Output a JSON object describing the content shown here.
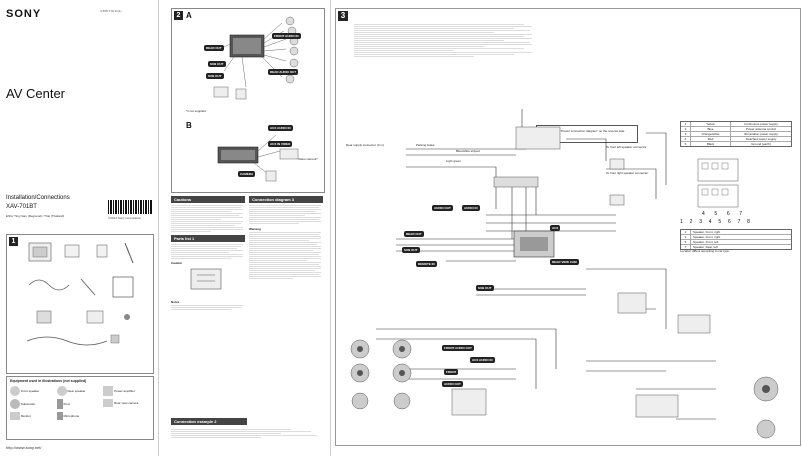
{
  "cover": {
    "brand": "SONY",
    "part_number": "4-565-779-11(1)",
    "title": "AV Center",
    "subtitle": "Installation/Connections",
    "model": "XAV-701BT",
    "languages": "ENG/ Ting Nam (Regional) / Thai (Thailand)",
    "copyright": "©2014 Sony Corporation",
    "url": "http://www.sony.net/"
  },
  "step1": {
    "number": "1",
    "equipment_title": "Equipment used in illustrations (not supplied)",
    "equipment": [
      "Front speaker",
      "Rear speaker",
      "Power amplifier",
      "Subwoofer",
      "iPod",
      "Rear view camera",
      "Monitor",
      "Microphone"
    ]
  },
  "step2": {
    "number": "2",
    "a_label": "A",
    "b_label": "B",
    "pills_a": [
      "REAR OUT",
      "FRONT AUDIO IN",
      "SUB OUT",
      "SUB OUT",
      "REAR AUDIO OUT"
    ],
    "pills_b": [
      "AUX AUDIO IN",
      "AUX IN VIDEO",
      "CAMERA"
    ],
    "note_a": "*1 not supplied",
    "note_b": "Video camera*"
  },
  "middle": {
    "cautions_title": "Cautions",
    "parts_title": "Parts list",
    "parts_number": "1",
    "connection_title": "Connection diagram",
    "connection_number": "3",
    "warning_title": "Warning",
    "example_title": "Connection example",
    "example_number": "2",
    "notes_label": "Notes",
    "caution_label": "Caution"
  },
  "step3": {
    "number": "3",
    "callout": "For details, see \"Power connection diagram\" on the reverse side.",
    "left_labels": [
      "Rear supply connector (3 m)",
      "Parking brake",
      "Light green",
      "Blue/white striped"
    ],
    "side_labels": [
      "To front left speaker connector",
      "To front right speaker connector"
    ],
    "pills": [
      "AUDIO OUT",
      "AUDIO IN",
      "REAR OUT",
      "SUB OUT",
      "REMOTE IN",
      "AUX",
      "REAR VIEW CAM",
      "SUB OUT",
      "FRONT AUDIO OUT",
      "AUX AUDIO IN",
      "FRONT",
      "AUDIO OUT"
    ],
    "table": [
      [
        "1",
        "Yellow",
        "Continuous power supply"
      ],
      [
        "2",
        "Blue",
        "Power antenna control"
      ],
      [
        "3",
        "Orange/white",
        "Illumination power supply"
      ],
      [
        "4",
        "Red",
        "Switched power supply"
      ],
      [
        "5",
        "Black",
        "Ground (earth)"
      ]
    ],
    "table2": [
      [
        "1",
        "Speaker, Front, right"
      ],
      [
        "3",
        "Speaker, Front, right"
      ],
      [
        "5",
        "Speaker, Front, left"
      ],
      [
        "7",
        "Speaker, Rear, left"
      ]
    ],
    "connector_nums_top": [
      "4",
      "5",
      "6",
      "7"
    ],
    "connector_nums_bot": [
      "1",
      "2",
      "3",
      "4",
      "5",
      "6",
      "7",
      "8"
    ],
    "note_bottom": "Location differs according to car type."
  }
}
